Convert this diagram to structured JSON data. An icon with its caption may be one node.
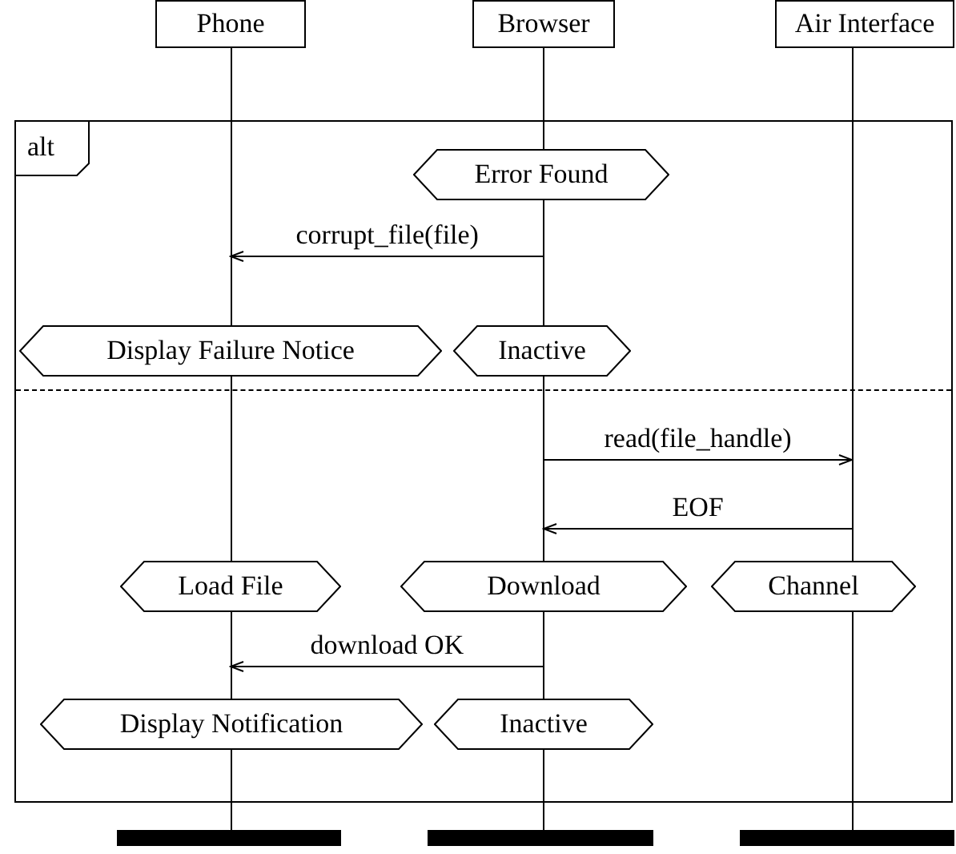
{
  "diagram": {
    "nodes": [
      {
        "text": [
          "Phone"
        ]
      },
      {
        "text": [
          "Browser"
        ]
      },
      {
        "text": [
          "Air Interface"
        ]
      },
      {
        "text": [
          "alt"
        ]
      },
      {
        "text": [
          "Error Found"
        ],
        "in": 3
      },
      {
        "text": [
          "Display Failure Notice"
        ],
        "in": 3
      },
      {
        "text": [
          "Inactive"
        ],
        "in": 3
      },
      {
        "text": [
          "Load File"
        ],
        "in": 3
      },
      {
        "text": [
          "Download"
        ],
        "in": 3
      },
      {
        "text": [
          "Channel"
        ],
        "in": 3
      },
      {
        "text": [
          "Display Notification"
        ],
        "in": 3
      },
      {
        "text": [
          "Inactive"
        ],
        "in": 3
      }
    ],
    "edges": [
      {
        "from": 1,
        "to": 0,
        "arrow": "to",
        "label": "corrupt_file(file)"
      },
      {
        "from": 1,
        "to": 2,
        "arrow": "to",
        "label": "read(file_handle)"
      },
      {
        "from": 2,
        "to": 1,
        "arrow": "to",
        "label": "EOF"
      },
      {
        "from": 1,
        "to": 0,
        "arrow": "to",
        "label": "download OK"
      }
    ]
  }
}
